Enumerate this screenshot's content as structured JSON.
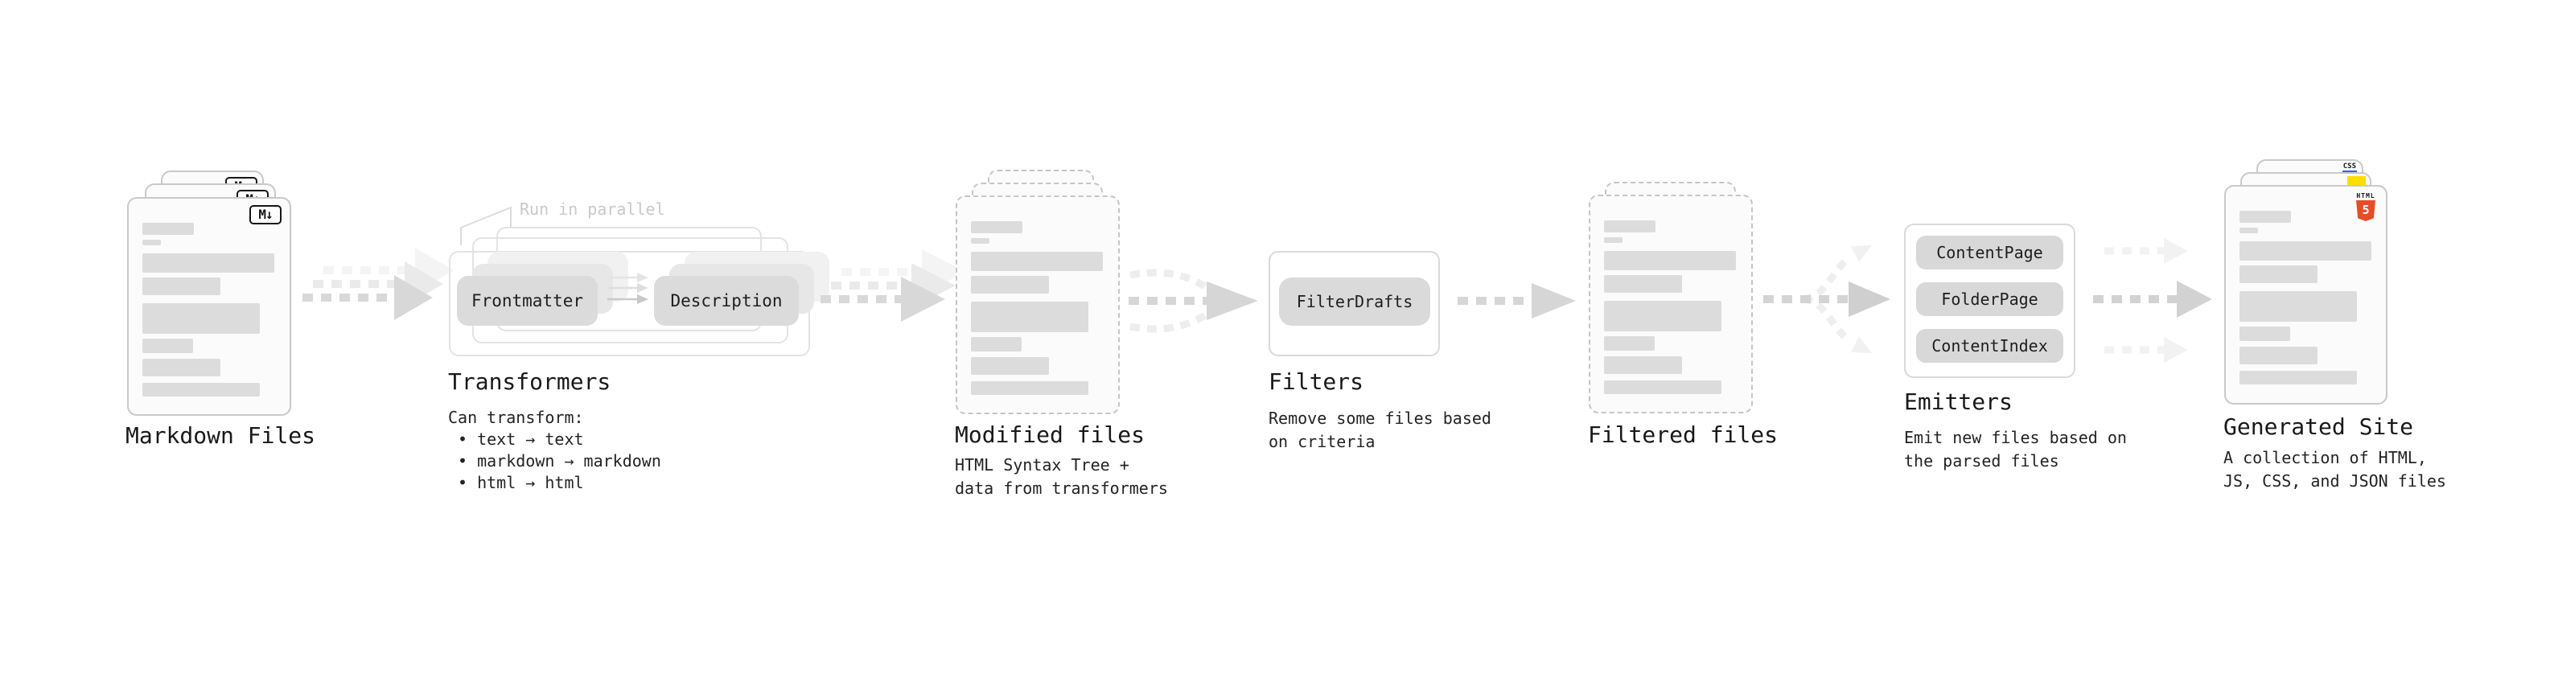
{
  "diagram": {
    "stages": {
      "markdown": {
        "label": "Markdown Files",
        "badge": "M↓"
      },
      "transformers": {
        "label": "Transformers",
        "parallel_label": "Run in parallel",
        "pill_from": "Frontmatter",
        "pill_to": "Description",
        "note_title": "Can transform:",
        "bullets": [
          "• text → text",
          "• markdown → markdown",
          "• html → html"
        ]
      },
      "modified": {
        "label": "Modified files",
        "subtitle": "HTML Syntax Tree +\ndata from transformers"
      },
      "filters": {
        "label": "Filters",
        "pill": "FilterDrafts",
        "subtitle": "Remove some files based\non criteria"
      },
      "filtered": {
        "label": "Filtered files"
      },
      "emitters": {
        "label": "Emitters",
        "pills": [
          "ContentPage",
          "FolderPage",
          "ContentIndex"
        ],
        "subtitle": "Emit new files based on\nthe parsed files"
      },
      "generated": {
        "label": "Generated Site",
        "subtitle": "A collection of HTML,\nJS, CSS, and JSON files",
        "badge_css": "CSS",
        "badge_html_word": "HTML",
        "badge_html_number": "5"
      }
    },
    "colors": {
      "html5_orange": "#e44d26",
      "js_yellow": "#ffdd00",
      "css_blue": "#2b63f0",
      "arrow_gray": "#d6d6d6",
      "pill_gray": "#dbdbdb",
      "card_border_gray": "#c9c9c9",
      "muted_label_gray": "#c9c9c9"
    }
  }
}
